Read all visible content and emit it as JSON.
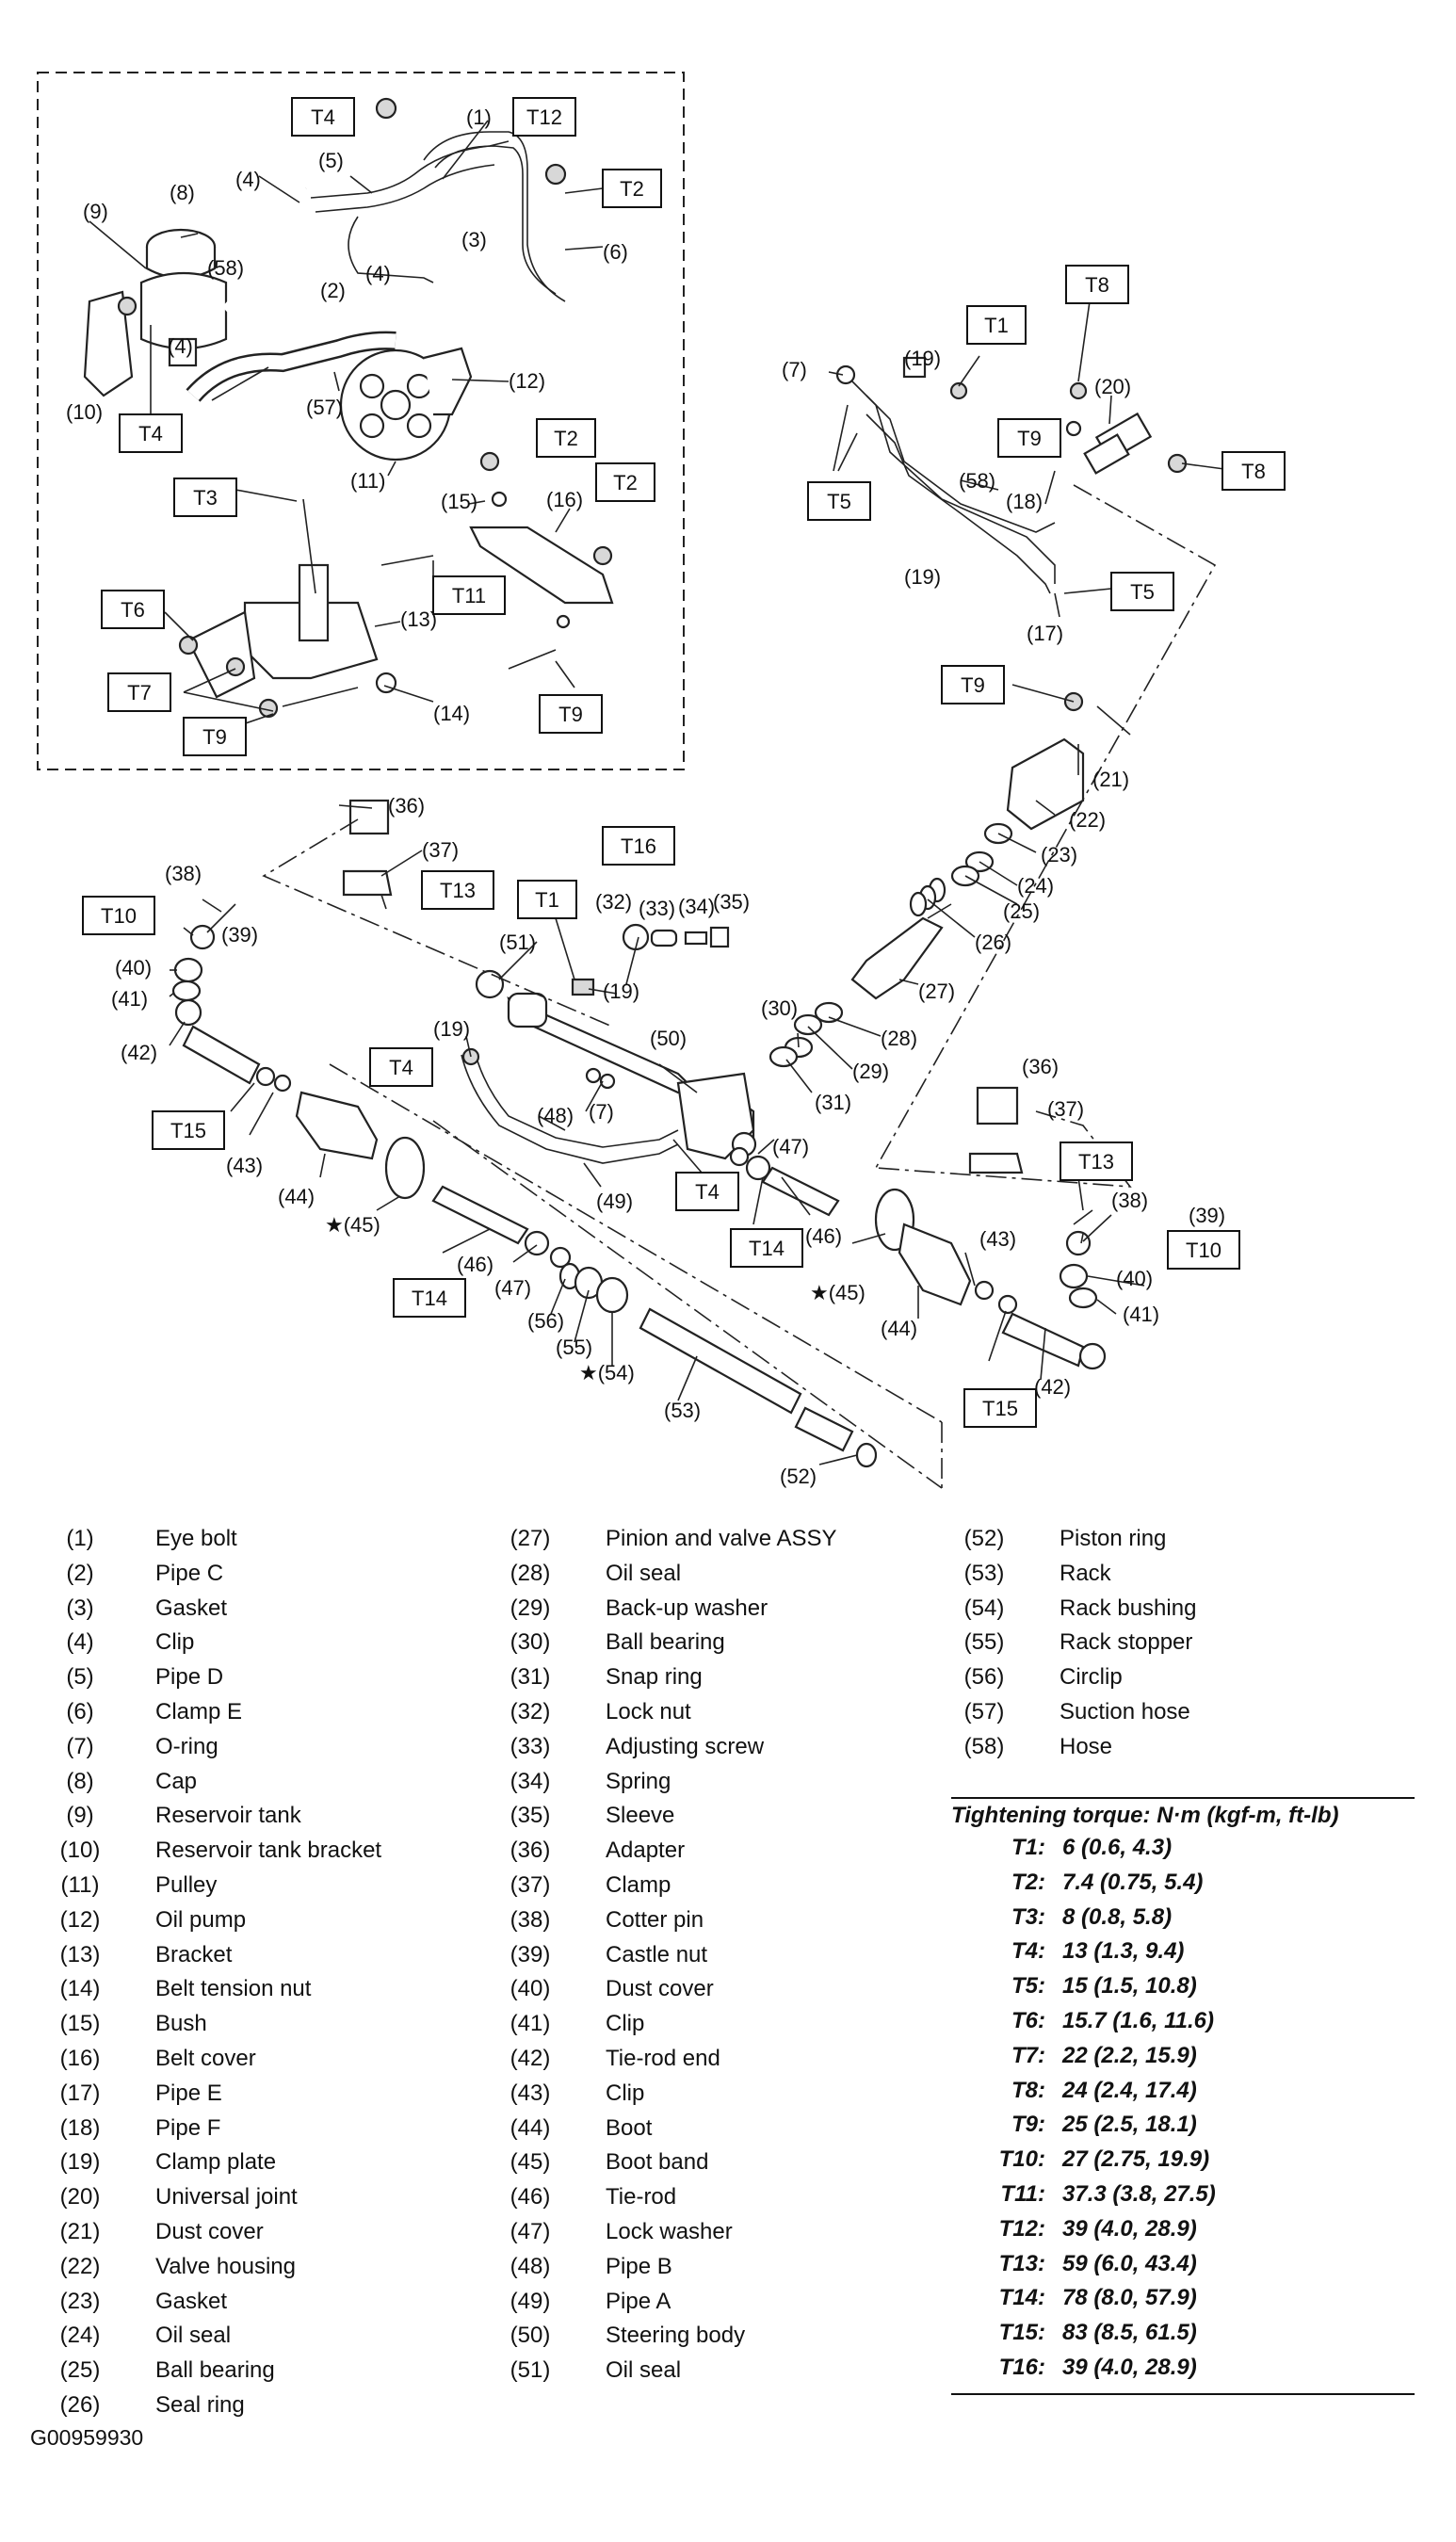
{
  "figure_code": "G00959930",
  "callouts": {
    "T1": "T1",
    "T2": "T2",
    "T3": "T3",
    "T4": "T4",
    "T5": "T5",
    "T6": "T6",
    "T7": "T7",
    "T8": "T8",
    "T9": "T9",
    "T10": "T10",
    "T11": "T11",
    "T12": "T12",
    "T13": "T13",
    "T14": "T14",
    "T15": "T15",
    "T16": "T16"
  },
  "diagram_labels": {
    "n1": "(1)",
    "n2": "(2)",
    "n3": "(3)",
    "n4": "(4)",
    "n5": "(5)",
    "n6": "(6)",
    "n7": "(7)",
    "n8": "(8)",
    "n9": "(9)",
    "n10": "(10)",
    "n11": "(11)",
    "n12": "(12)",
    "n13": "(13)",
    "n14": "(14)",
    "n15": "(15)",
    "n16": "(16)",
    "n17": "(17)",
    "n18": "(18)",
    "n19": "(19)",
    "n20": "(20)",
    "n21": "(21)",
    "n22": "(22)",
    "n23": "(23)",
    "n24": "(24)",
    "n25": "(25)",
    "n26": "(26)",
    "n27": "(27)",
    "n28": "(28)",
    "n29": "(29)",
    "n30": "(30)",
    "n31": "(31)",
    "n32": "(32)",
    "n33": "(33)",
    "n34": "(34)",
    "n35": "(35)",
    "n36": "(36)",
    "n37": "(37)",
    "n38": "(38)",
    "n39": "(39)",
    "n40": "(40)",
    "n41": "(41)",
    "n42": "(42)",
    "n43": "(43)",
    "n44": "(44)",
    "n45s": "★(45)",
    "n46": "(46)",
    "n47": "(47)",
    "n48": "(48)",
    "n49": "(49)",
    "n50": "(50)",
    "n51": "(51)",
    "n52": "(52)",
    "n53": "(53)",
    "n54s": "★(54)",
    "n55": "(55)",
    "n56": "(56)",
    "n57": "(57)",
    "n58": "(58)"
  },
  "parts": [
    {
      "num": "(1)",
      "name": "Eye bolt"
    },
    {
      "num": "(2)",
      "name": "Pipe C"
    },
    {
      "num": "(3)",
      "name": "Gasket"
    },
    {
      "num": "(4)",
      "name": "Clip"
    },
    {
      "num": "(5)",
      "name": "Pipe D"
    },
    {
      "num": "(6)",
      "name": "Clamp E"
    },
    {
      "num": "(7)",
      "name": "O-ring"
    },
    {
      "num": "(8)",
      "name": "Cap"
    },
    {
      "num": "(9)",
      "name": "Reservoir tank"
    },
    {
      "num": "(10)",
      "name": "Reservoir tank bracket"
    },
    {
      "num": "(11)",
      "name": "Pulley"
    },
    {
      "num": "(12)",
      "name": "Oil pump"
    },
    {
      "num": "(13)",
      "name": "Bracket"
    },
    {
      "num": "(14)",
      "name": "Belt tension nut"
    },
    {
      "num": "(15)",
      "name": "Bush"
    },
    {
      "num": "(16)",
      "name": "Belt cover"
    },
    {
      "num": "(17)",
      "name": "Pipe E"
    },
    {
      "num": "(18)",
      "name": "Pipe F"
    },
    {
      "num": "(19)",
      "name": "Clamp plate"
    },
    {
      "num": "(20)",
      "name": "Universal joint"
    },
    {
      "num": "(21)",
      "name": "Dust cover"
    },
    {
      "num": "(22)",
      "name": "Valve housing"
    },
    {
      "num": "(23)",
      "name": "Gasket"
    },
    {
      "num": "(24)",
      "name": "Oil seal"
    },
    {
      "num": "(25)",
      "name": "Ball bearing"
    },
    {
      "num": "(26)",
      "name": "Seal ring"
    },
    {
      "num": "(27)",
      "name": "Pinion and valve ASSY"
    },
    {
      "num": "(28)",
      "name": "Oil seal"
    },
    {
      "num": "(29)",
      "name": "Back-up washer"
    },
    {
      "num": "(30)",
      "name": "Ball bearing"
    },
    {
      "num": "(31)",
      "name": "Snap ring"
    },
    {
      "num": "(32)",
      "name": "Lock nut"
    },
    {
      "num": "(33)",
      "name": "Adjusting screw"
    },
    {
      "num": "(34)",
      "name": "Spring"
    },
    {
      "num": "(35)",
      "name": "Sleeve"
    },
    {
      "num": "(36)",
      "name": "Adapter"
    },
    {
      "num": "(37)",
      "name": "Clamp"
    },
    {
      "num": "(38)",
      "name": "Cotter pin"
    },
    {
      "num": "(39)",
      "name": "Castle nut"
    },
    {
      "num": "(40)",
      "name": "Dust cover"
    },
    {
      "num": "(41)",
      "name": "Clip"
    },
    {
      "num": "(42)",
      "name": "Tie-rod end"
    },
    {
      "num": "(43)",
      "name": "Clip"
    },
    {
      "num": "(44)",
      "name": "Boot"
    },
    {
      "num": "(45)",
      "name": "Boot band"
    },
    {
      "num": "(46)",
      "name": "Tie-rod"
    },
    {
      "num": "(47)",
      "name": "Lock washer"
    },
    {
      "num": "(48)",
      "name": "Pipe B"
    },
    {
      "num": "(49)",
      "name": "Pipe A"
    },
    {
      "num": "(50)",
      "name": "Steering body"
    },
    {
      "num": "(51)",
      "name": "Oil seal"
    },
    {
      "num": "(52)",
      "name": "Piston ring"
    },
    {
      "num": "(53)",
      "name": "Rack"
    },
    {
      "num": "(54)",
      "name": "Rack bushing"
    },
    {
      "num": "(55)",
      "name": "Rack stopper"
    },
    {
      "num": "(56)",
      "name": "Circlip"
    },
    {
      "num": "(57)",
      "name": "Suction hose"
    },
    {
      "num": "(58)",
      "name": "Hose"
    }
  ],
  "torque": {
    "title": "Tightening torque: N·m (kgf-m, ft-lb)",
    "rows": [
      {
        "id": "T1:",
        "value": "6 (0.6, 4.3)"
      },
      {
        "id": "T2:",
        "value": "7.4 (0.75, 5.4)"
      },
      {
        "id": "T3:",
        "value": "8 (0.8, 5.8)"
      },
      {
        "id": "T4:",
        "value": "13 (1.3, 9.4)"
      },
      {
        "id": "T5:",
        "value": "15 (1.5, 10.8)"
      },
      {
        "id": "T6:",
        "value": "15.7 (1.6, 11.6)"
      },
      {
        "id": "T7:",
        "value": "22 (2.2, 15.9)"
      },
      {
        "id": "T8:",
        "value": "24 (2.4, 17.4)"
      },
      {
        "id": "T9:",
        "value": "25 (2.5, 18.1)"
      },
      {
        "id": "T10:",
        "value": "27 (2.75, 19.9)"
      },
      {
        "id": "T11:",
        "value": "37.3 (3.8, 27.5)"
      },
      {
        "id": "T12:",
        "value": "39 (4.0, 28.9)"
      },
      {
        "id": "T13:",
        "value": "59 (6.0, 43.4)"
      },
      {
        "id": "T14:",
        "value": "78 (8.0, 57.9)"
      },
      {
        "id": "T15:",
        "value": "83 (8.5, 61.5)"
      },
      {
        "id": "T16:",
        "value": "39 (4.0, 28.9)"
      }
    ]
  }
}
